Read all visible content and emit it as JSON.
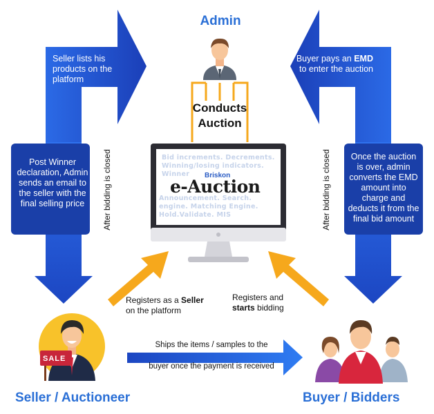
{
  "titles": {
    "admin": "Admin",
    "seller": "Seller / Auctioneer",
    "buyer": "Buyer / Bidders"
  },
  "arrows": {
    "seller_lists": "Seller lists his products on the platform",
    "buyer_pays_pre": "Buyer pays an",
    "buyer_pays_bold": "EMD",
    "buyer_pays_post": "to enter the auction"
  },
  "boxes": {
    "post_winner": "Post Winner declaration, Admin sends an email to the seller with the final selling price",
    "once_auction": "Once the auction is over, admin converts the EMD amount into charge and deducts it from the final bid amount"
  },
  "side_labels": {
    "left": "After bidding is closed",
    "right": "After bidding is closed"
  },
  "center": {
    "conducts_line1": "Conducts",
    "conducts_line2": "Auction",
    "brand": "Briskon",
    "product": "e-Auction",
    "screen_top": "Bid increments. Decrements. Winning/losing indicators. Winner",
    "screen_bottom": "Announcement. Search. engine. Matching Engine. Hold.Validate. MIS"
  },
  "registers": {
    "seller_pre": "Registers as a",
    "seller_bold": "Seller",
    "seller_post": "on the platform",
    "bidder_pre": "Registers and",
    "bidder_bold": "starts",
    "bidder_post": "bidding"
  },
  "shipping": {
    "line1": "Ships the items / samples to the",
    "line2": "buyer once the payment is received"
  },
  "sale_sign": "SALE",
  "colors": {
    "blue_dark": "#1740b8",
    "blue_light": "#2e7bf0",
    "orange": "#f6a81c",
    "title_blue": "#2a6fd6"
  }
}
